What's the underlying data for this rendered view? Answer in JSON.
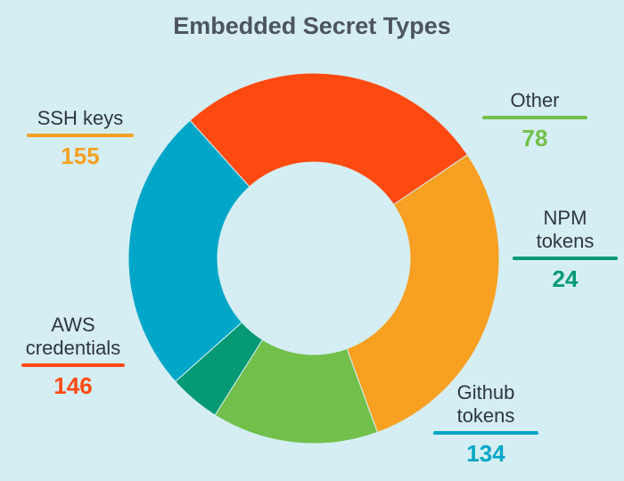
{
  "chart_data": {
    "type": "pie",
    "title": "Embedded Secret Types",
    "donut": true,
    "categories": [
      "SSH keys",
      "Other",
      "NPM tokens",
      "Github tokens",
      "AWS credentials"
    ],
    "label_lines": [
      [
        "SSH keys"
      ],
      [
        "Other"
      ],
      [
        "NPM",
        "tokens"
      ],
      [
        "Github",
        "tokens"
      ],
      [
        "AWS",
        "credentials"
      ]
    ],
    "values": [
      155,
      78,
      24,
      134,
      146
    ],
    "colors": [
      "#f7a021",
      "#72c04b",
      "#059a73",
      "#00a6c8",
      "#fe4a10"
    ]
  }
}
